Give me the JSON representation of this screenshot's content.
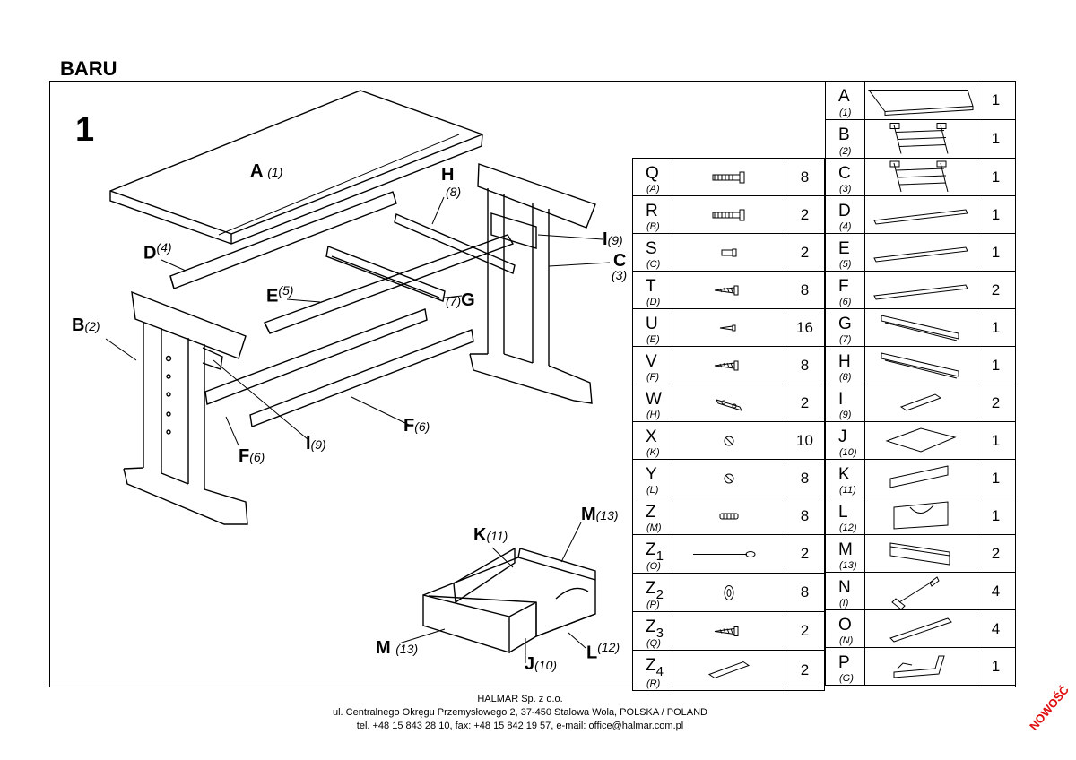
{
  "title": "BARU",
  "step": "1",
  "labels": {
    "A": {
      "letter": "A",
      "num": "(1)"
    },
    "H": {
      "letter": "H",
      "num": "(8)"
    },
    "D": {
      "letter": "D",
      "num": "(4)"
    },
    "I_top": {
      "letter": "I",
      "num": "(9)"
    },
    "C": {
      "letter": "C",
      "num": "(3)"
    },
    "E": {
      "letter": "E",
      "num": "(5)"
    },
    "G": {
      "letter": "G",
      "num": "(7)"
    },
    "B": {
      "letter": "B",
      "num": "(2)"
    },
    "F_right": {
      "letter": "F",
      "num": "(6)"
    },
    "I_bottom": {
      "letter": "I",
      "num": "(9)"
    },
    "F_left": {
      "letter": "F",
      "num": "(6)"
    },
    "M_top": {
      "letter": "M",
      "num": "(13)"
    },
    "K": {
      "letter": "K",
      "num": "(11)"
    },
    "M_bottom": {
      "letter": "M",
      "num": "(13)"
    },
    "J": {
      "letter": "J",
      "num": "(10)"
    },
    "L": {
      "letter": "L",
      "num": "(12)"
    }
  },
  "hardware": [
    {
      "big": "Q",
      "small": "(A)",
      "qty": "8",
      "icon": "screw-icon"
    },
    {
      "big": "R",
      "small": "(B)",
      "qty": "2",
      "icon": "screw-icon"
    },
    {
      "big": "S",
      "small": "(C)",
      "qty": "2",
      "icon": "short-screw-icon"
    },
    {
      "big": "T",
      "small": "(D)",
      "qty": "8",
      "icon": "wood-screw-icon"
    },
    {
      "big": "U",
      "small": "(E)",
      "qty": "16",
      "icon": "small-screw-icon"
    },
    {
      "big": "V",
      "small": "(F)",
      "qty": "8",
      "icon": "wood-screw-icon"
    },
    {
      "big": "W",
      "small": "(H)",
      "qty": "2",
      "icon": "bracket-icon"
    },
    {
      "big": "X",
      "small": "(K)",
      "qty": "10",
      "icon": "cam-lock-icon"
    },
    {
      "big": "Y",
      "small": "(L)",
      "qty": "8",
      "icon": "cam-lock-icon"
    },
    {
      "big": "Z",
      "small": "(M)",
      "qty": "8",
      "icon": "dowel-icon"
    },
    {
      "big": "Z",
      "sub": "1",
      "small": "(O)",
      "qty": "2",
      "icon": "pin-icon"
    },
    {
      "big": "Z",
      "sub": "2",
      "small": "(P)",
      "qty": "8",
      "icon": "knob-icon"
    },
    {
      "big": "Z",
      "sub": "3",
      "small": "(Q)",
      "qty": "2",
      "icon": "wood-screw-icon"
    },
    {
      "big": "Z",
      "sub": "4",
      "small": "(R)",
      "qty": "2",
      "icon": "plate-icon"
    }
  ],
  "parts": [
    {
      "big": "A",
      "small": "(1)",
      "qty": "1",
      "icon": "desktop-panel-icon"
    },
    {
      "big": "B",
      "small": "(2)",
      "qty": "1",
      "icon": "side-frame-icon"
    },
    {
      "big": "C",
      "small": "(3)",
      "qty": "1",
      "icon": "side-frame-icon"
    },
    {
      "big": "D",
      "small": "(4)",
      "qty": "1",
      "icon": "board-icon"
    },
    {
      "big": "E",
      "small": "(5)",
      "qty": "1",
      "icon": "board-icon"
    },
    {
      "big": "F",
      "small": "(6)",
      "qty": "2",
      "icon": "board-icon"
    },
    {
      "big": "G",
      "small": "(7)",
      "qty": "1",
      "icon": "rail-icon"
    },
    {
      "big": "H",
      "small": "(8)",
      "qty": "1",
      "icon": "rail-icon"
    },
    {
      "big": "I",
      "small": "(9)",
      "qty": "2",
      "icon": "plate-icon"
    },
    {
      "big": "J",
      "small": "(10)",
      "qty": "1",
      "icon": "drawer-bottom-icon"
    },
    {
      "big": "K",
      "small": "(11)",
      "qty": "1",
      "icon": "drawer-back-icon"
    },
    {
      "big": "L",
      "small": "(12)",
      "qty": "1",
      "icon": "drawer-front-icon"
    },
    {
      "big": "M",
      "small": "(13)",
      "qty": "2",
      "icon": "drawer-side-icon"
    },
    {
      "big": "N",
      "small": "(I)",
      "qty": "4",
      "icon": "bolt-icon"
    },
    {
      "big": "O",
      "small": "(N)",
      "qty": "4",
      "icon": "strip-icon"
    },
    {
      "big": "P",
      "small": "(G)",
      "qty": "1",
      "icon": "hinge-icon"
    }
  ],
  "footer": {
    "company": "HALMAR Sp. z o.o.",
    "address": "ul. Centralnego Okręgu Przemysłowego 2, 37-450 Stalowa Wola, POLSKA / POLAND",
    "contact": "tel. +48 15 843 28 10, fax: +48 15 842 19 57, e-mail: office@halmar.com.pl"
  },
  "badge": "NOWOŚĆ",
  "colors": {
    "line": "#000000",
    "badge": "#e01010"
  }
}
